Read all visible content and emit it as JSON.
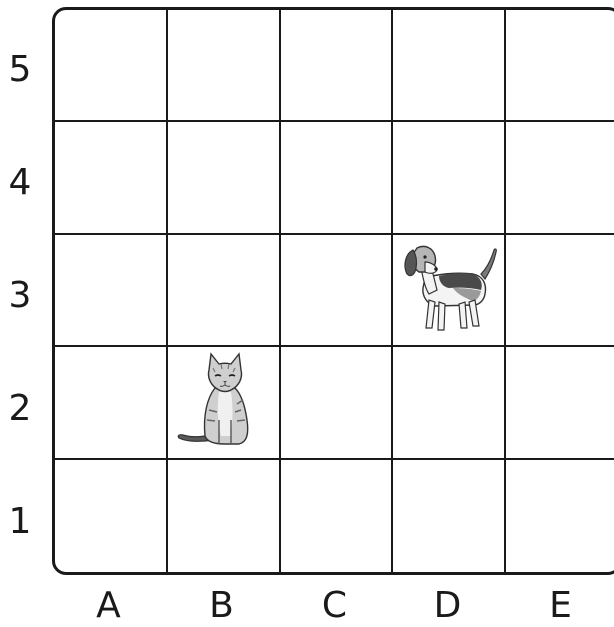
{
  "rows": [
    "5",
    "4",
    "3",
    "2",
    "1"
  ],
  "columns": [
    "A",
    "B",
    "C",
    "D",
    "E"
  ],
  "pieces": [
    {
      "animal": "dog",
      "icon": "dog-icon",
      "column": "D",
      "row": "3"
    },
    {
      "animal": "cat",
      "icon": "cat-icon",
      "column": "B",
      "row": "2"
    }
  ],
  "colors": {
    "line": "#1a1a1a",
    "background": "#ffffff"
  }
}
